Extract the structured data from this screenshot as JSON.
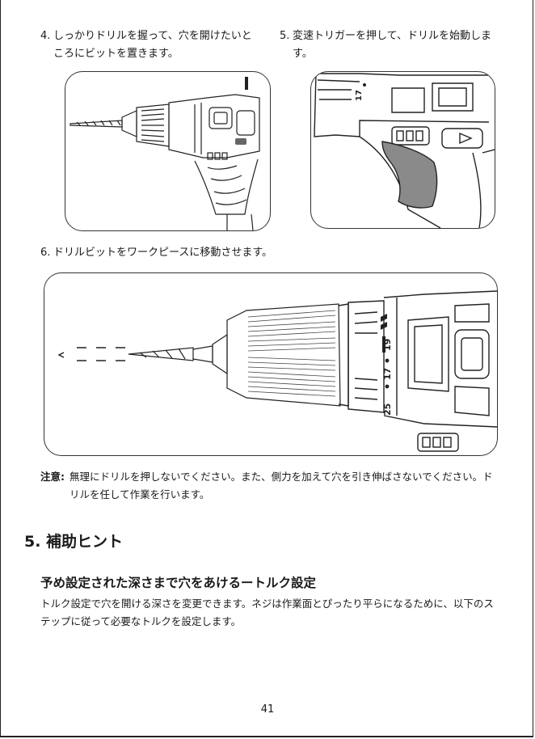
{
  "steps": [
    {
      "num": "4.",
      "text": "しっかりドリルを握って、穴を開けたいところにビットを置きます。"
    },
    {
      "num": "5.",
      "text": "変速トリガーを押して、ドリルを始動します。"
    },
    {
      "num": "6.",
      "text": "ドリルビットをワークピースに移動させます。"
    }
  ],
  "drill_markings": {
    "torque_a": "17",
    "torque_b": "19",
    "clutch_prefix": "25"
  },
  "note": {
    "label": "注意:",
    "text": "無理にドリルを押しないでください。また、側力を加えて穴を引き伸ばさないでください。ドリルを任して作業を行います。"
  },
  "section": {
    "title": "5. 補助ヒント"
  },
  "subsection": {
    "title": "予め設定された深さまで穴をあけるートルク設定",
    "text": "トルク設定で穴を開ける深さを変更できます。ネジは作業面とぴったり平らになるために、以下のステップに従って必要なトルクを設定します。"
  },
  "page_number": "41"
}
